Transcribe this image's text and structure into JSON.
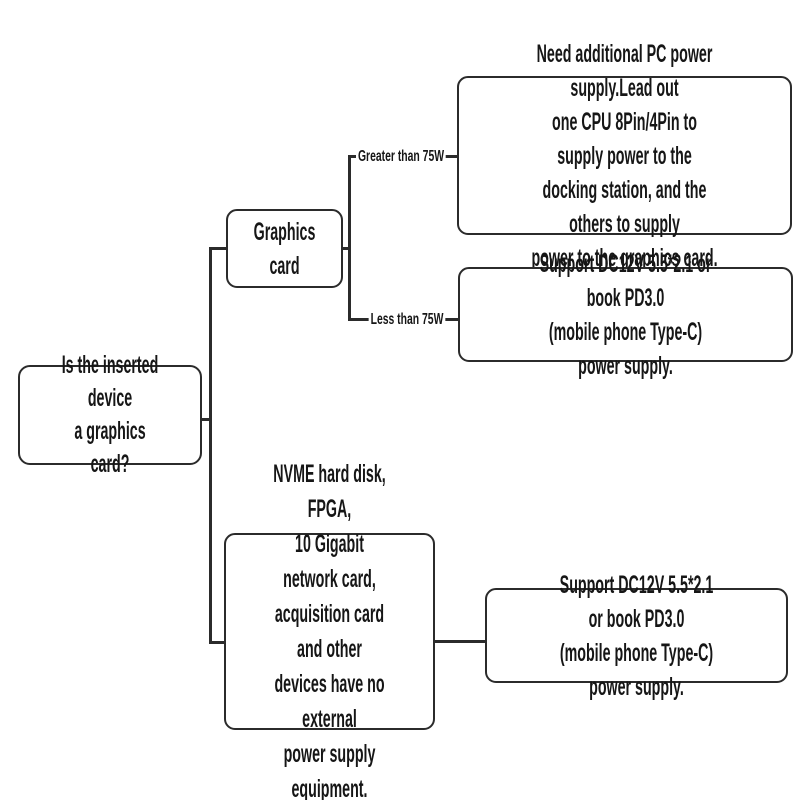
{
  "nodes": {
    "root": {
      "text": "Is the inserted device\na graphics card?"
    },
    "graphics": {
      "text": "Graphics card"
    },
    "high": {
      "text": "Need additional PC power supply.Lead out\none CPU 8Pin/4Pin to supply power to the\ndocking station, and the others to supply\npower to the graphics card."
    },
    "low": {
      "text": "Support DC12V 5.5*2.1 or book PD3.0\n(mobile phone Type-C) power supply."
    },
    "nvme": {
      "text": "NVME hard disk, FPGA,\n10 Gigabit network card,\nacquisition card and other\ndevices have no external\npower supply equipment."
    },
    "bottom": {
      "text": "Support DC12V 5.5*2.1 or book PD3.0\n(mobile phone Type-C) power supply."
    }
  },
  "labels": {
    "greater": "Greater than 75W",
    "less": "Less than 75W"
  },
  "colors": {
    "line": "#2b2b2b",
    "text": "#161616",
    "background": "#ffffff"
  }
}
